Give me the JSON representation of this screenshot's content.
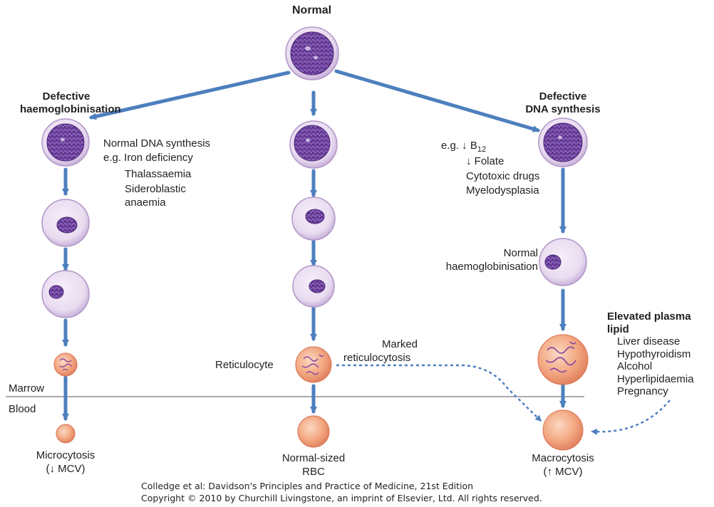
{
  "diagram": {
    "title": "Normal",
    "left": {
      "heading_line1": "Defective",
      "heading_line2": "haemoglobinisation",
      "notes": [
        "Normal DNA synthesis",
        "e.g. Iron deficiency",
        "Thalassaemia",
        "Sideroblastic",
        "anaemia"
      ],
      "result_line1": "Microcytosis",
      "result_line2": "(↓ MCV)"
    },
    "center": {
      "reticulocyte": "Reticulocyte",
      "marked_line1": "Marked",
      "marked_line2": "reticulocytosis",
      "result_line1": "Normal-sized",
      "result_line2": "RBC"
    },
    "right": {
      "heading_line1": "Defective",
      "heading_line2": "DNA synthesis",
      "eg": "e.g. ↓ B",
      "eg_sub": "12",
      "folate": "↓ Folate",
      "cytotoxic": "Cytotoxic drugs",
      "myelo": "Myelodysplasia",
      "normal_hb_line1": "Normal",
      "normal_hb_line2": "haemoglobinisation",
      "result_line1": "Macrocytosis",
      "result_line2": "(↑ MCV)"
    },
    "lipid": {
      "heading_line1": "Elevated plasma",
      "heading_line2": "lipid",
      "items": [
        "Liver disease",
        "Hypothyroidism",
        "Alcohol",
        "Hyperlipidaemia",
        "Pregnancy"
      ]
    },
    "marrow_label": "Marrow",
    "blood_label": "Blood"
  },
  "credit": {
    "line1": "Colledge et al: Davidson's Principles and Practice of Medicine, 21st Edition",
    "line2": "Copyright © 2010 by Churchill Livingstone, an imprint of Elsevier, Ltd. All rights reserved."
  },
  "colors": {
    "arrow": "#4d7fbe",
    "cell_membrane": "#cdb7dc",
    "nucleus": "#6a3e9a",
    "rbc": "#f3a882"
  }
}
